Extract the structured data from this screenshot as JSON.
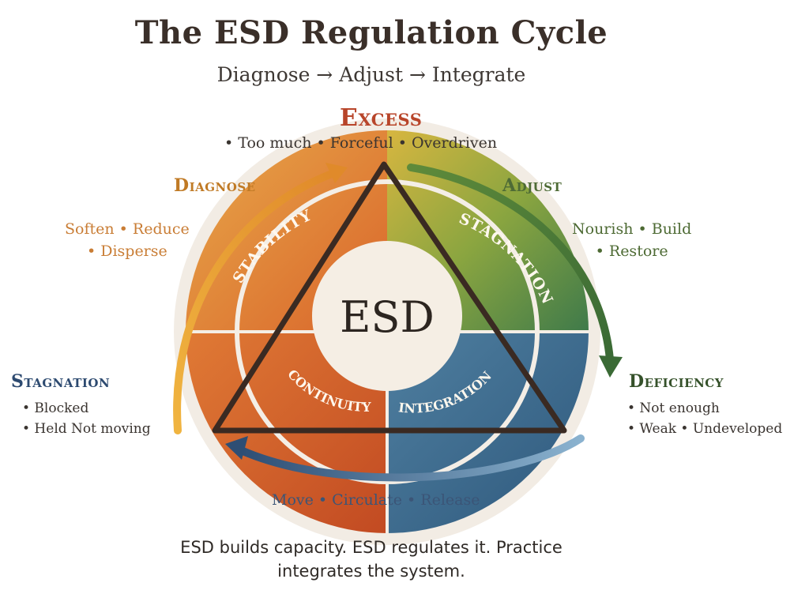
{
  "title": "The ESD Regulation Cycle",
  "subtitle": "Diagnose → Adjust → Integrate",
  "center_label": "ESD",
  "segments": {
    "stability": "STABILITY",
    "stagnation": "STAGNATION",
    "continuity": "CONTINUITY",
    "integration": "INTEGRATION"
  },
  "nodes": {
    "excess": {
      "label": "Excess",
      "items": "• Too much • Forceful • Overdriven"
    },
    "diagnose": {
      "label": "Diagnose",
      "items_line1": "Soften • Reduce",
      "items_line2": "• Disperse"
    },
    "adjust": {
      "label": "Adjust",
      "items_line1": "Nourish • Build",
      "items_line2": "• Restore"
    },
    "stagnation": {
      "label": "Stagnation",
      "item1": "• Blocked",
      "item2": "• Held   Not moving"
    },
    "deficiency": {
      "label": "Deficiency",
      "item1": "• Not enough",
      "item2": "• Weak • Undeveloped"
    },
    "bottom": {
      "items": "Move • Circulate • Release"
    }
  },
  "caption_line1": "ESD builds capacity. ESD regulates it. Practice",
  "caption_line2": "integrates the system.",
  "colors": {
    "excess": "#b8452a",
    "diagnose": "#e0a030",
    "adjust": "#4e7a35",
    "stagnation": "#2d4a70",
    "deficiency": "#35512a",
    "triangle": "#3a2a22"
  }
}
